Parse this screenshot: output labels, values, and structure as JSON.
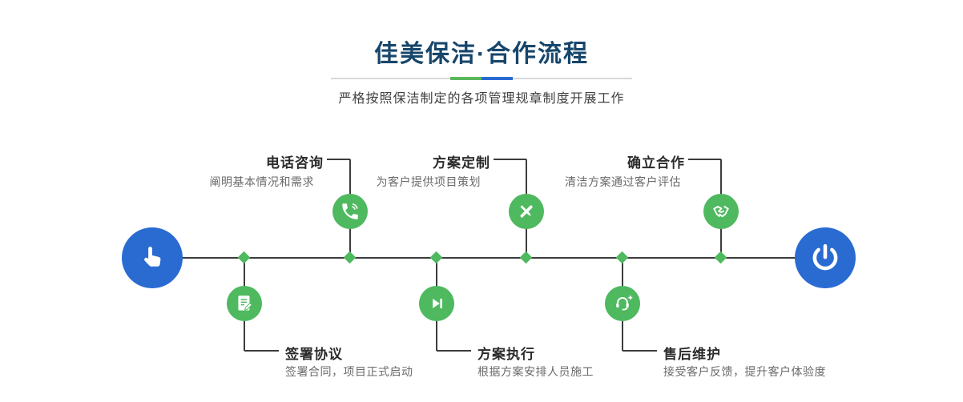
{
  "header": {
    "title": "佳美保洁·合作流程",
    "subtitle": "严格按照保洁制定的各项管理规章制度开展工作"
  },
  "timeline": {
    "start_icon": "pointing-hand-icon",
    "end_icon": "power-icon"
  },
  "steps": [
    {
      "id": "phone-consult",
      "title": "电话咨询",
      "desc": "阐明基本情况和需求",
      "icon": "phone-icon",
      "position": "top"
    },
    {
      "id": "sign-agreement",
      "title": "签署协议",
      "desc": "签署合同，项目正式启动",
      "icon": "document-pen-icon",
      "position": "bottom"
    },
    {
      "id": "plan-customize",
      "title": "方案定制",
      "desc": "为客户提供项目策划",
      "icon": "pencil-ruler-icon",
      "position": "top"
    },
    {
      "id": "plan-execute",
      "title": "方案执行",
      "desc": "根据方案安排人员施工",
      "icon": "play-step-icon",
      "position": "bottom"
    },
    {
      "id": "establish-cooperation",
      "title": "确立合作",
      "desc": "清洁方案通过客户评估",
      "icon": "handshake-icon",
      "position": "top"
    },
    {
      "id": "after-sales",
      "title": "售后维护",
      "desc": "接受客户反馈，提升客户体验度",
      "icon": "headset-plus-icon",
      "position": "bottom"
    }
  ],
  "colors": {
    "accent_green": "#4eb95f",
    "accent_blue": "#2a6bd2",
    "title_navy": "#17466b",
    "line_dark": "#3c3c3c"
  }
}
